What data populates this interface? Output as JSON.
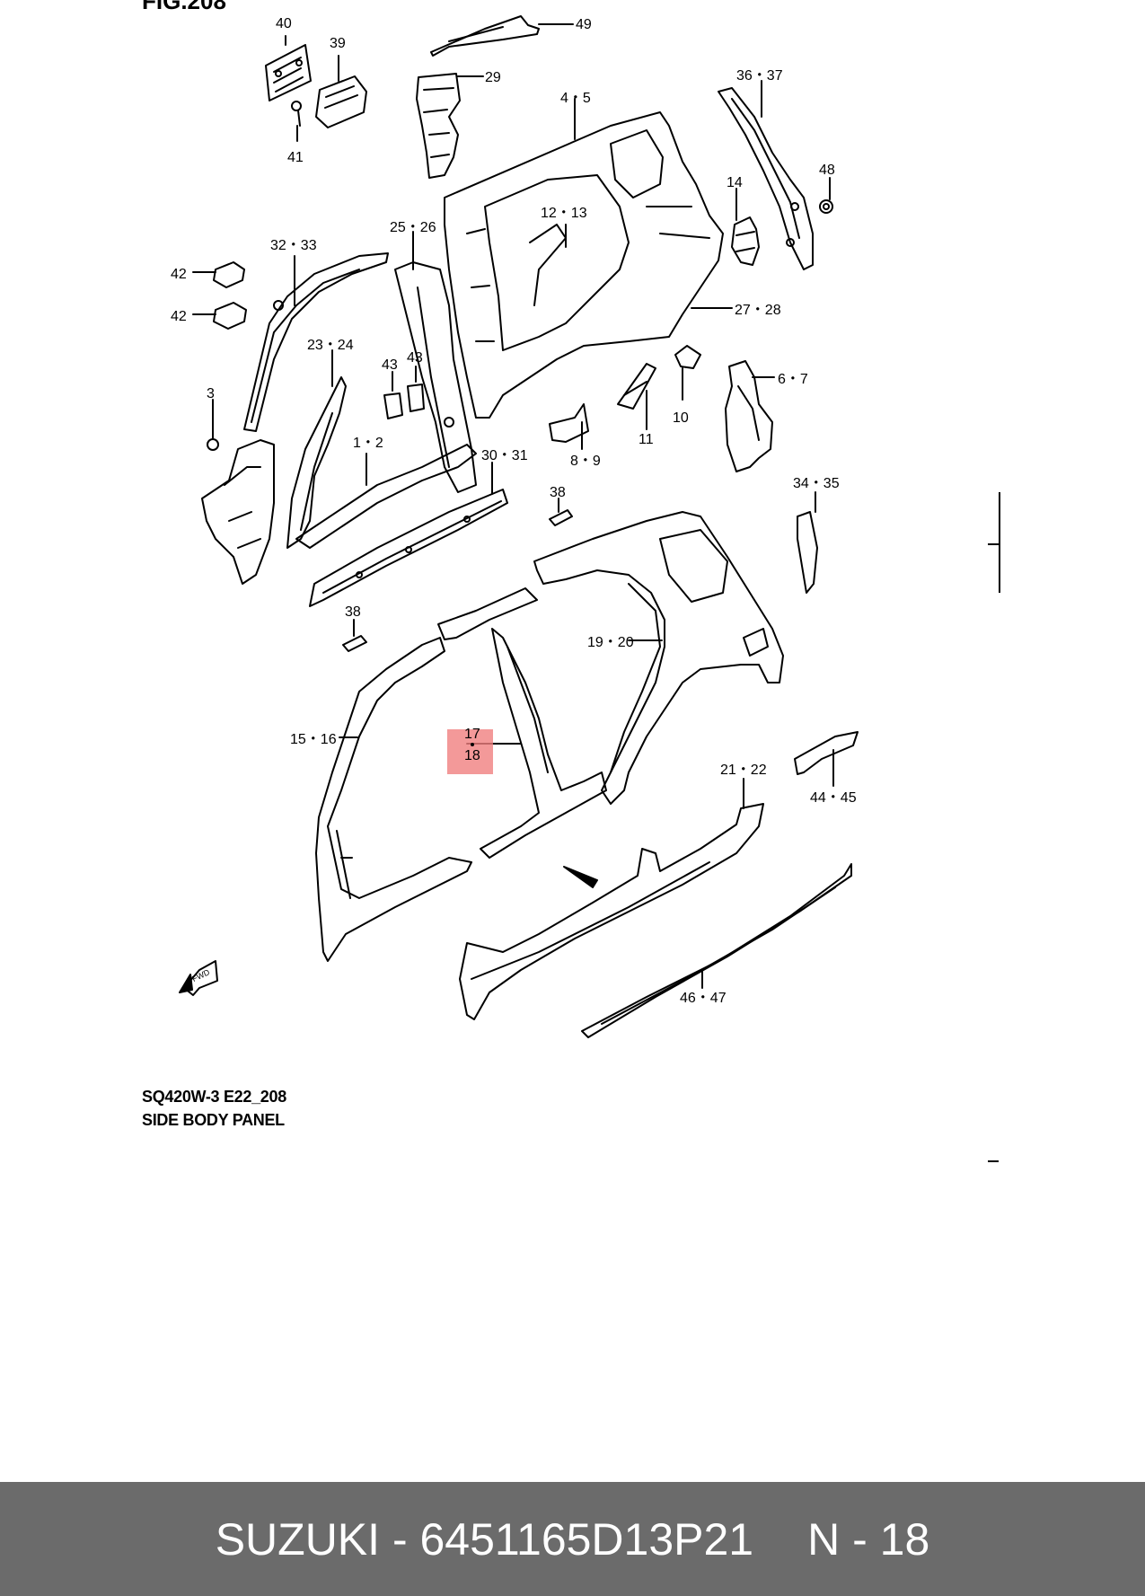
{
  "figure": {
    "heading": "FIG.208",
    "code": "SQ420W-3 E22_208",
    "title": "SIDE BODY PANEL",
    "fwd_label": "FWD"
  },
  "callouts": [
    {
      "id": "c40",
      "text": "40"
    },
    {
      "id": "c39",
      "text": "39"
    },
    {
      "id": "c49",
      "text": "49"
    },
    {
      "id": "c29",
      "text": "29"
    },
    {
      "id": "c41",
      "text": "41"
    },
    {
      "id": "c4_5",
      "text": "4・5"
    },
    {
      "id": "c36_37",
      "text": "36・37"
    },
    {
      "id": "c48",
      "text": "48"
    },
    {
      "id": "c14",
      "text": "14"
    },
    {
      "id": "c12_13",
      "text": "12・13"
    },
    {
      "id": "c25_26",
      "text": "25・26"
    },
    {
      "id": "c32_33",
      "text": "32・33"
    },
    {
      "id": "c42a",
      "text": "42"
    },
    {
      "id": "c42b",
      "text": "42"
    },
    {
      "id": "c27_28",
      "text": "27・28"
    },
    {
      "id": "c23_24",
      "text": "23・24"
    },
    {
      "id": "c43a",
      "text": "43"
    },
    {
      "id": "c43b",
      "text": "43"
    },
    {
      "id": "c6_7",
      "text": "6・7"
    },
    {
      "id": "c10",
      "text": "10"
    },
    {
      "id": "c3",
      "text": "3"
    },
    {
      "id": "c1_2",
      "text": "1・2"
    },
    {
      "id": "c11",
      "text": "11"
    },
    {
      "id": "c8_9",
      "text": "8・9"
    },
    {
      "id": "c30_31",
      "text": "30・31"
    },
    {
      "id": "c38a",
      "text": "38"
    },
    {
      "id": "c34_35",
      "text": "34・35"
    },
    {
      "id": "c38b",
      "text": "38"
    },
    {
      "id": "c19_20",
      "text": "19・20"
    },
    {
      "id": "c15_16",
      "text": "15・16"
    },
    {
      "id": "c17",
      "text": "17"
    },
    {
      "id": "c18",
      "text": "18"
    },
    {
      "id": "c21_22",
      "text": "21・22"
    },
    {
      "id": "c44_45",
      "text": "44・45"
    },
    {
      "id": "c46_47",
      "text": "46・47"
    }
  ],
  "highlight": {
    "part": "17/18",
    "color": "#f08080"
  },
  "footer": {
    "brand_part": "SUZUKI - 6451165D13P21",
    "position": "N - 18"
  },
  "colors": {
    "footer_bg": "#6b6b6b",
    "footer_text": "#ffffff",
    "line": "#000000"
  }
}
